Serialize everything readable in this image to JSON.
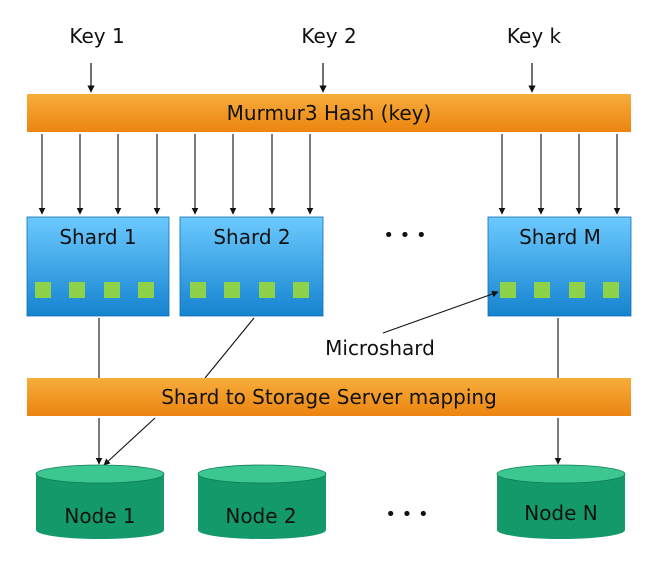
{
  "keys": [
    "Key 1",
    "Key 2",
    "Key k"
  ],
  "hash_bar": {
    "label": "Murmur3 Hash (key)"
  },
  "shards": [
    "Shard 1",
    "Shard 2",
    "Shard M"
  ],
  "shard_ellipsis": "• • •",
  "microshard_label": "Microshard",
  "mapping_bar": {
    "label": "Shard to Storage Server mapping"
  },
  "nodes": [
    "Node 1",
    "Node 2",
    "Node N"
  ],
  "node_ellipsis": "• • •",
  "colors": {
    "bar": "#f39a1e",
    "shard_top": "#5bc2ff",
    "shard_bottom": "#1a86d0",
    "microshard": "#8ed24a",
    "node": "#149a6a",
    "node_top": "#39c48e"
  }
}
